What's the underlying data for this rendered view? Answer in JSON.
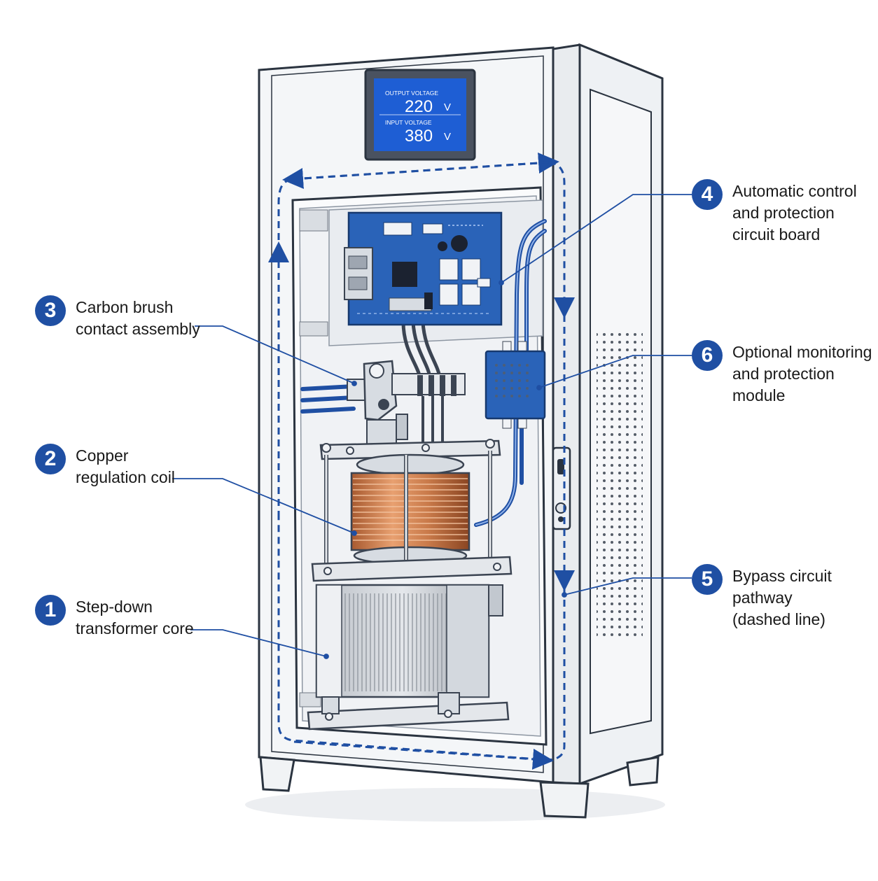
{
  "display": {
    "output_label": "OUTPUT VOLTAGE",
    "output_value": "220",
    "output_unit": "V",
    "input_label": "INPUT VOLTAGE",
    "input_value": "380",
    "input_unit": "V"
  },
  "callouts": [
    {
      "number": "1",
      "lines": [
        "Step-down",
        "transformer core"
      ]
    },
    {
      "number": "2",
      "lines": [
        "Copper",
        "regulation coil"
      ]
    },
    {
      "number": "3",
      "lines": [
        "Carbon brush",
        "contact assembly"
      ]
    },
    {
      "number": "4",
      "lines": [
        "Automatic control",
        "and protection",
        "circuit board"
      ]
    },
    {
      "number": "5",
      "lines": [
        "Bypass circuit",
        "pathway",
        "(dashed line)"
      ]
    },
    {
      "number": "6",
      "lines": [
        "Optional monitoring",
        "and protection",
        "module"
      ]
    }
  ],
  "colors": {
    "accent": "#1f4fa3",
    "pcb": "#2a63b8",
    "copper": "#c97a4a",
    "cabinet": "#f4f6f8",
    "outline": "#2b3440"
  }
}
